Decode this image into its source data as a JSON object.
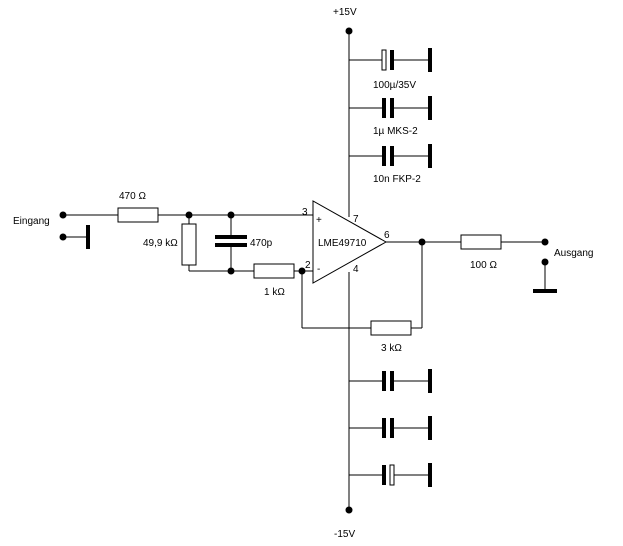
{
  "schematic": {
    "rails": {
      "positive": "+15V",
      "negative": "-15V"
    },
    "input_label": "Eingang",
    "output_label": "Ausgang",
    "opamp": {
      "part": "LME49710",
      "pin_noninv": "3",
      "pin_inv": "2",
      "pin_vplus": "7",
      "pin_vminus": "4",
      "pin_out": "6",
      "sign_plus": "+",
      "sign_minus": "-"
    },
    "components": {
      "r_input": "470 Ω",
      "r_shunt": "49,9 kΩ",
      "c_input": "470p",
      "r_ground": "1 kΩ",
      "r_feedback": "3 kΩ",
      "r_output": "100 Ω"
    },
    "decoupling_positive": [
      "100µ/35V",
      "1µ MKS-2",
      "10n FKP-2"
    ]
  }
}
